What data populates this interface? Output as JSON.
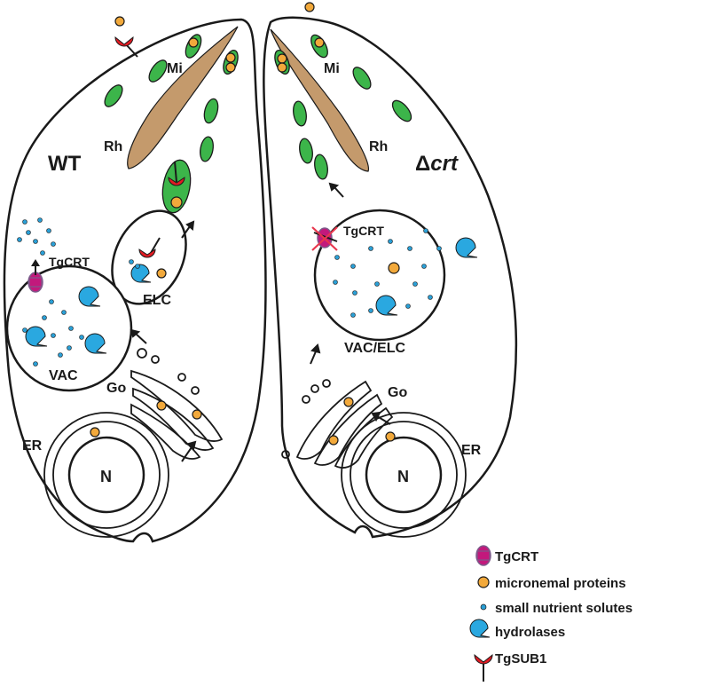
{
  "labels": {
    "wt_title": "WT",
    "crt_delta": "Δ",
    "crt_title": "crt",
    "mi_left": "Mi",
    "mi_right": "Mi",
    "rh_left": "Rh",
    "rh_right": "Rh",
    "tgcrt_left": "TgCRT",
    "tgcrt_right": "TgCRT",
    "elc": "ELC",
    "vac": "VAC",
    "vac_elc": "VAC/ELC",
    "go_left": "Go",
    "go_right": "Go",
    "er_left": "ER",
    "er_right": "ER",
    "n_left": "N",
    "n_right": "N"
  },
  "legend": [
    {
      "icon": "tgcrt-icon",
      "label": "TgCRT"
    },
    {
      "icon": "micronemal-protein-icon",
      "label": "micronemal proteins"
    },
    {
      "icon": "nutrient-solute-icon",
      "label": "small nutrient solutes"
    },
    {
      "icon": "hydrolase-icon",
      "label": "hydrolases"
    },
    {
      "icon": "tgsub1-icon",
      "label": "TgSUB1"
    }
  ],
  "colors": {
    "micronemal_protein": "#f2a93b",
    "nutrient_solute": "#2a9fd6",
    "hydrolase": "#2aa8e0",
    "tgsub1": "#e21b23",
    "microneme": "#3cb54a",
    "rhoptry": "#c49a6c",
    "tgcrt": "#c2197c",
    "tgcrt_cross": "#e8364d"
  }
}
